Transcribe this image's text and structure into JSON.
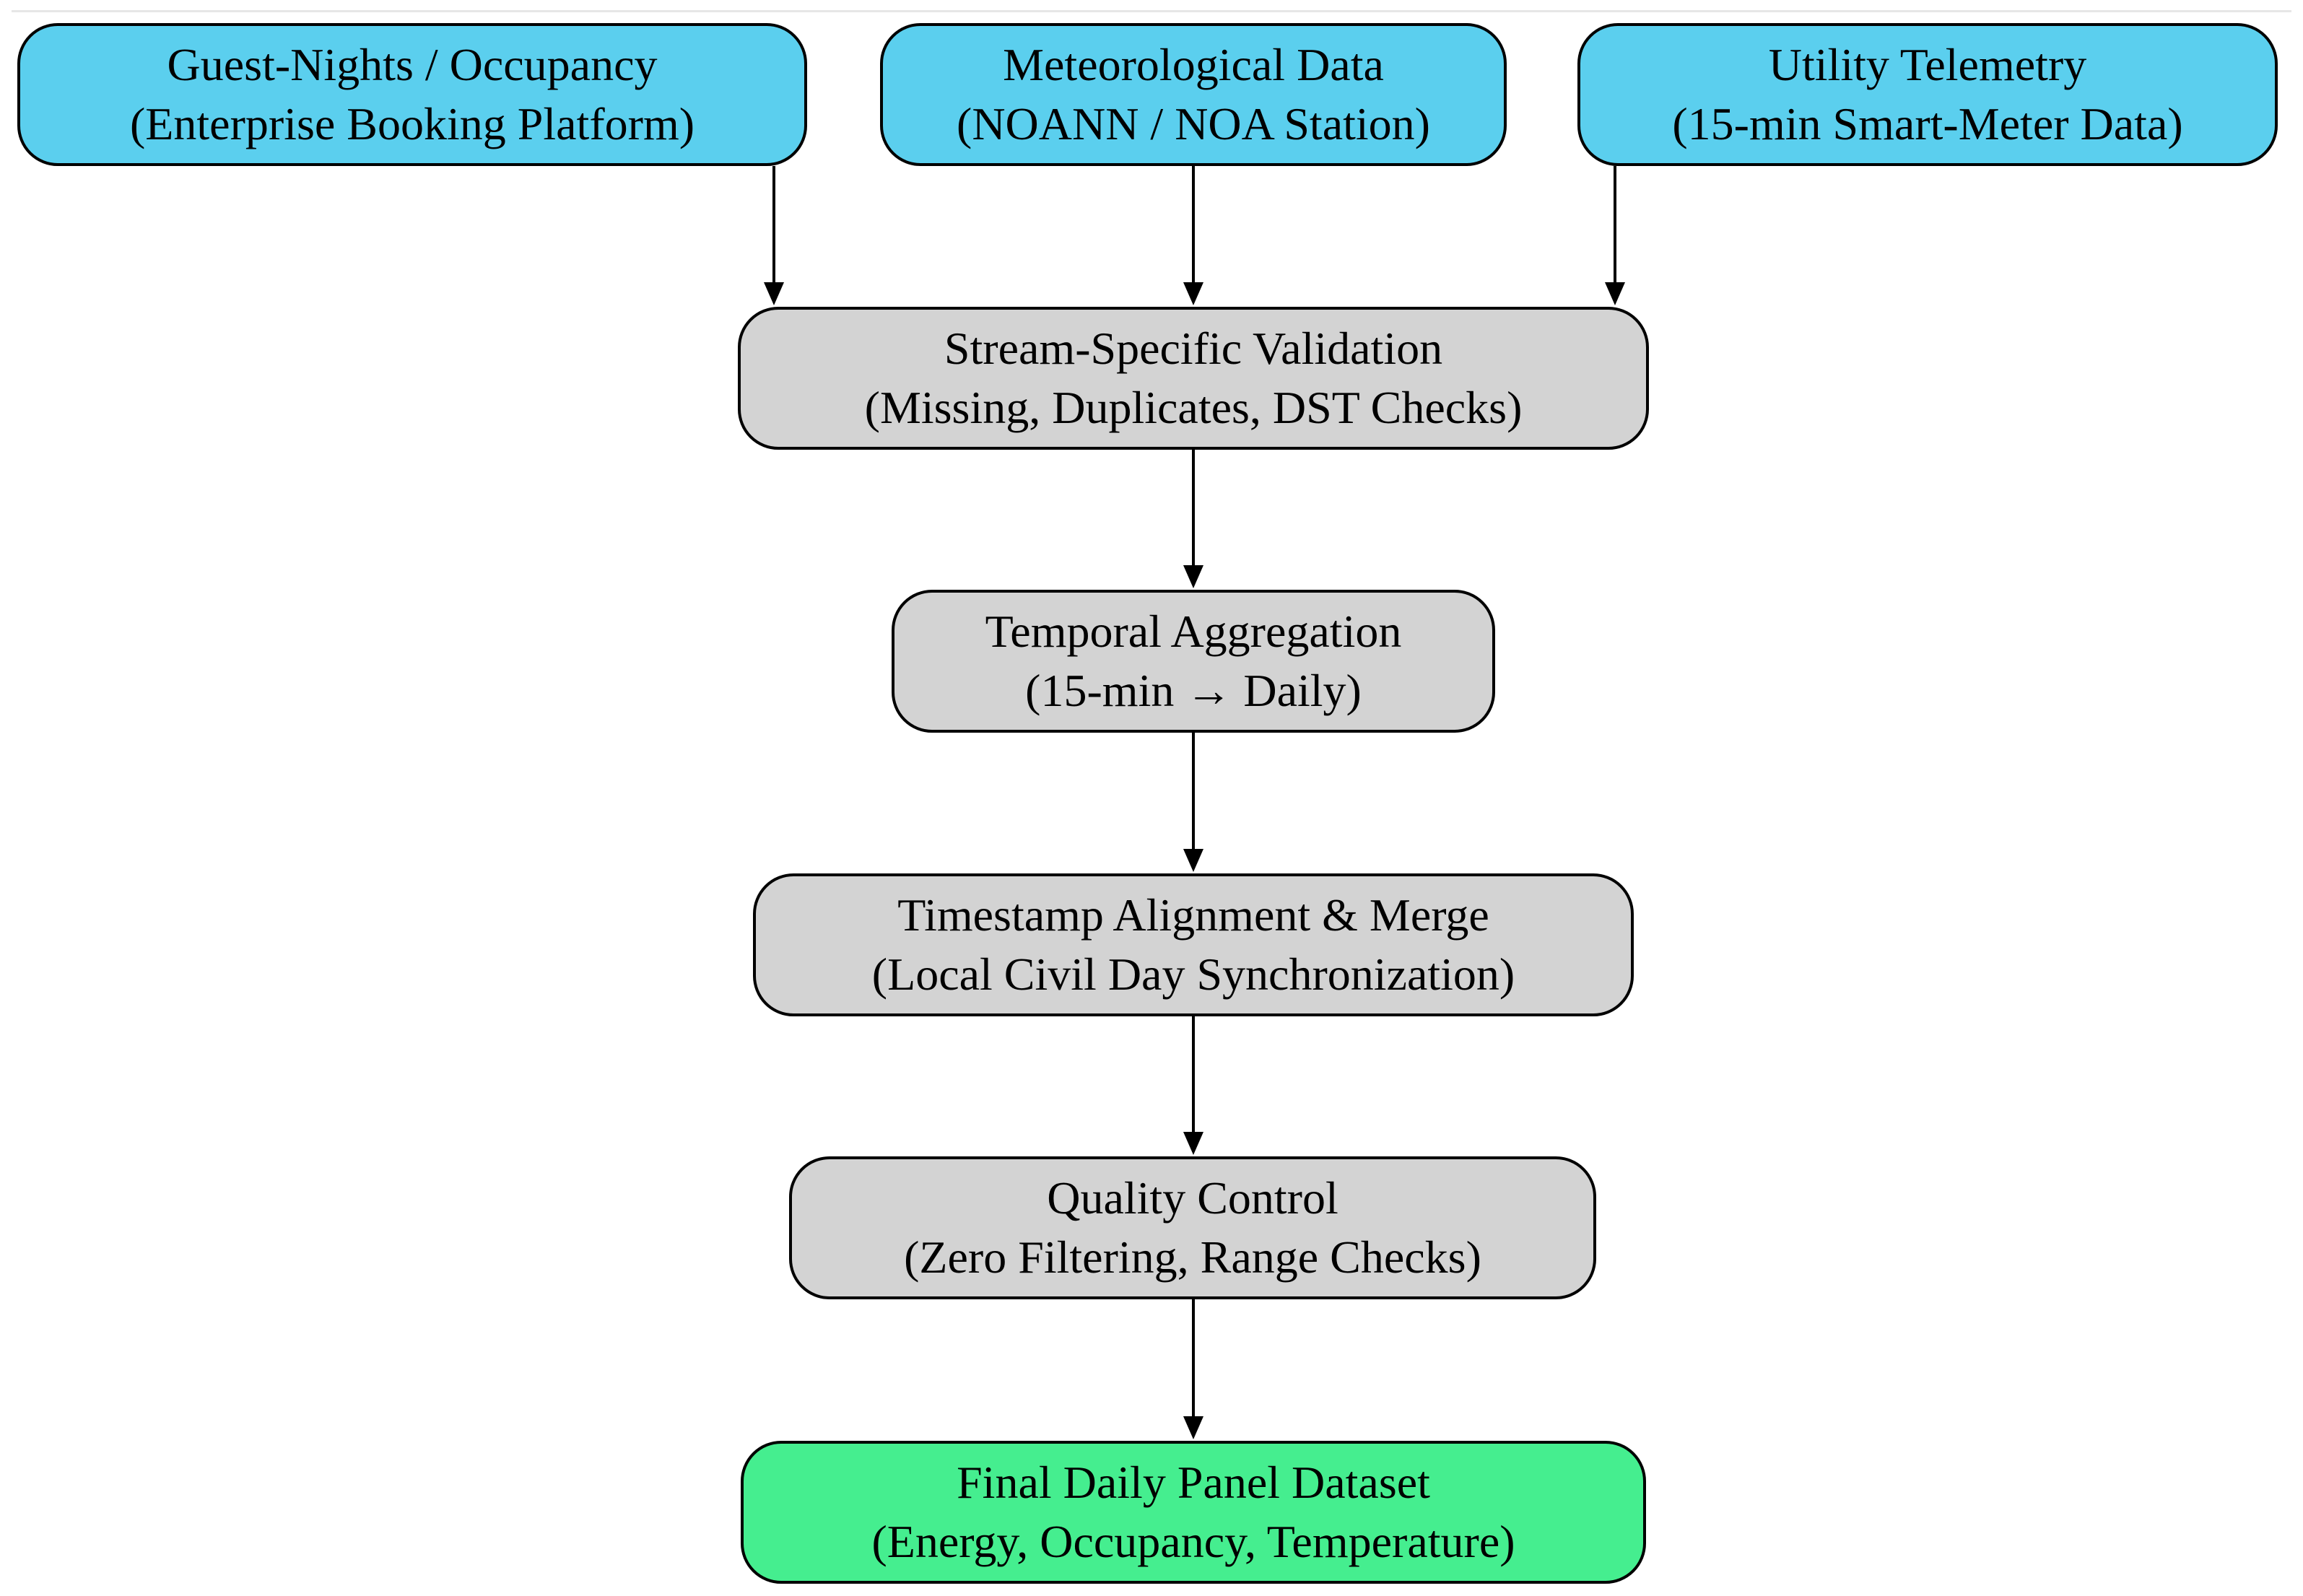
{
  "colors": {
    "source_fill": "#5bcfee",
    "process_fill": "#d3d3d3",
    "output_fill": "#45ee8f",
    "border": "#000000",
    "edge": "#000000"
  },
  "nodes": {
    "occupancy": {
      "title": "Guest-Nights / Occupancy",
      "subtitle": "(Enterprise Booking Platform)"
    },
    "weather": {
      "title": "Meteorological Data",
      "subtitle": "(NOANN / NOA Station)"
    },
    "telemetry": {
      "title": "Utility Telemetry",
      "subtitle": "(15-min Smart-Meter Data)"
    },
    "validation": {
      "title": "Stream-Specific Validation",
      "subtitle": "(Missing, Duplicates, DST Checks)"
    },
    "aggregation": {
      "title": "Temporal Aggregation",
      "subtitle": "(15-min → Daily)"
    },
    "alignment": {
      "title": "Timestamp Alignment & Merge",
      "subtitle": "(Local Civil Day Synchronization)"
    },
    "qc": {
      "title": "Quality Control",
      "subtitle": "(Zero Filtering, Range Checks)"
    },
    "final": {
      "title": "Final Daily Panel Dataset",
      "subtitle": "(Energy, Occupancy, Temperature)"
    }
  },
  "edges": [
    {
      "from": "occupancy",
      "to": "validation"
    },
    {
      "from": "weather",
      "to": "validation"
    },
    {
      "from": "telemetry",
      "to": "validation"
    },
    {
      "from": "validation",
      "to": "aggregation"
    },
    {
      "from": "aggregation",
      "to": "alignment"
    },
    {
      "from": "alignment",
      "to": "qc"
    },
    {
      "from": "qc",
      "to": "final"
    }
  ]
}
